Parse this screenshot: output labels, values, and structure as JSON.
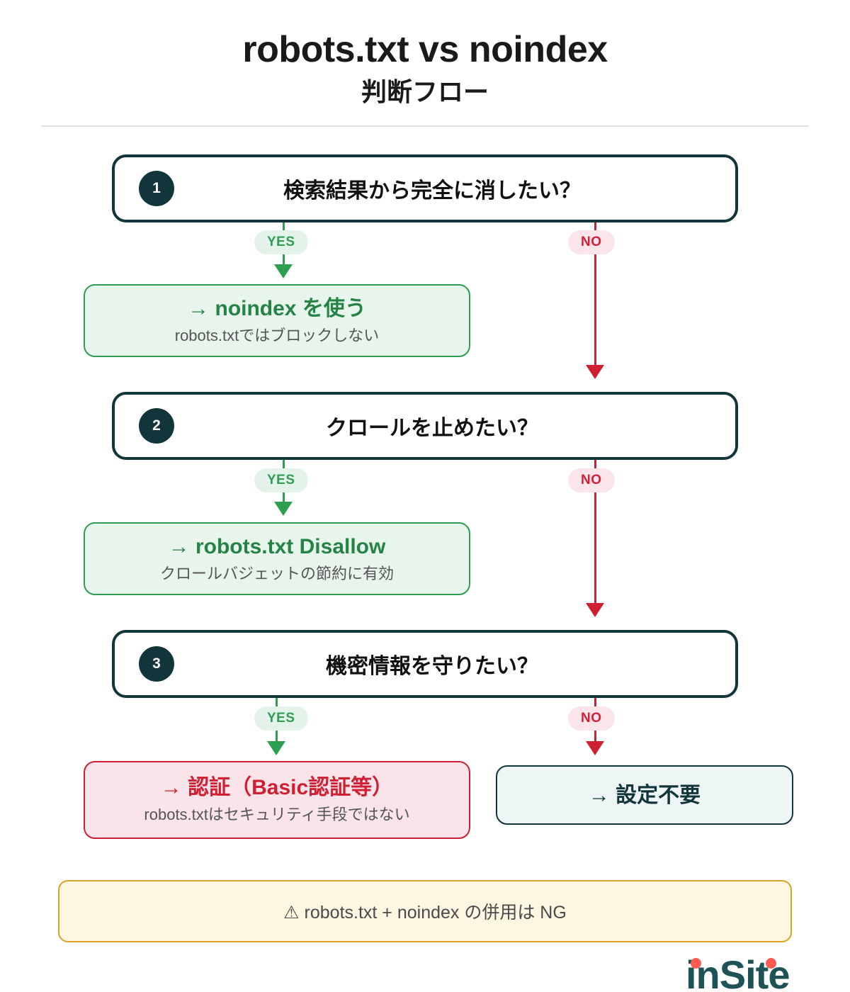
{
  "header": {
    "title": "robots.txt vs noindex",
    "subtitle": "判断フロー"
  },
  "flow": {
    "steps": [
      {
        "number": "1",
        "question": "検索結果から完全に消したい？",
        "yes_label": "YES",
        "no_label": "NO",
        "yes_result": {
          "title": "→ noindex を使う",
          "subtitle": "robots.txtではブロックしない",
          "tone": "green"
        }
      },
      {
        "number": "2",
        "question": "クロールを止めたい？",
        "yes_label": "YES",
        "no_label": "NO",
        "yes_result": {
          "title": "→ robots.txt Disallow",
          "subtitle": "クロールバジェットの節約に有効",
          "tone": "green"
        }
      },
      {
        "number": "3",
        "question": "機密情報を守りたい？",
        "yes_label": "YES",
        "no_label": "NO",
        "yes_result": {
          "title": "→ 認証（Basic認証等）",
          "subtitle": "robots.txtはセキュリティ手段ではない",
          "tone": "red"
        },
        "no_result": {
          "title": "→ 設定不要",
          "tone": "teal"
        }
      }
    ]
  },
  "note": {
    "text": "⚠ robots.txt + noindex の併用は NG"
  },
  "logo": {
    "text": "inSite"
  },
  "colors": {
    "dark_teal": "#12343b",
    "green": "#2e9e52",
    "green_fill": "#e8f5ec",
    "red": "#cf2033",
    "red_fill": "#fbe4e9",
    "teal_fill": "#eef6f5",
    "amber": "#d9a326",
    "amber_fill": "#fdf6e0",
    "logo_teal": "#1d5257",
    "logo_dot": "#fd5a52"
  }
}
